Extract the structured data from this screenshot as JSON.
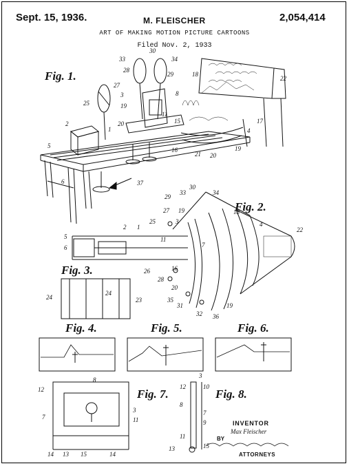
{
  "header": {
    "date": "Sept. 15, 1936.",
    "inventor": "M. FLEISCHER",
    "patent_number": "2,054,414",
    "title": "ART OF MAKING MOTION PICTURE CARTOONS",
    "filed": "Filed Nov. 2, 1933"
  },
  "figures": {
    "fig1": "Fig. 1.",
    "fig2": "Fig. 2.",
    "fig3": "Fig. 3.",
    "fig4": "Fig. 4.",
    "fig5": "Fig. 5.",
    "fig6": "Fig. 6.",
    "fig7": "Fig. 7.",
    "fig8": "Fig. 8."
  },
  "refs": {
    "fig1": [
      "33",
      "30",
      "34",
      "28",
      "29",
      "27",
      "25",
      "3",
      "19",
      "2",
      "5",
      "6",
      "1",
      "20",
      "18",
      "22",
      "17",
      "4",
      "19",
      "16",
      "21",
      "20",
      "37",
      "8",
      "11",
      "15"
    ],
    "fig2": [
      "29",
      "33",
      "30",
      "34",
      "27",
      "19",
      "25",
      "3",
      "18",
      "4",
      "22",
      "5",
      "2",
      "1",
      "6",
      "11",
      "7",
      "16",
      "26",
      "28",
      "20",
      "35",
      "31",
      "19",
      "36",
      "32"
    ],
    "fig3": [
      "24",
      "24",
      "23"
    ],
    "fig7": [
      "8",
      "12",
      "7",
      "3",
      "11",
      "14",
      "13",
      "15",
      "14"
    ],
    "fig8": [
      "3",
      "12",
      "10",
      "8",
      "7",
      "9",
      "11",
      "13",
      "15"
    ]
  },
  "signature": {
    "inventor_label": "INVENTOR",
    "inventor_name": "Max Fleischer",
    "by": "BY",
    "attorneys": "ATTORNEYS"
  }
}
